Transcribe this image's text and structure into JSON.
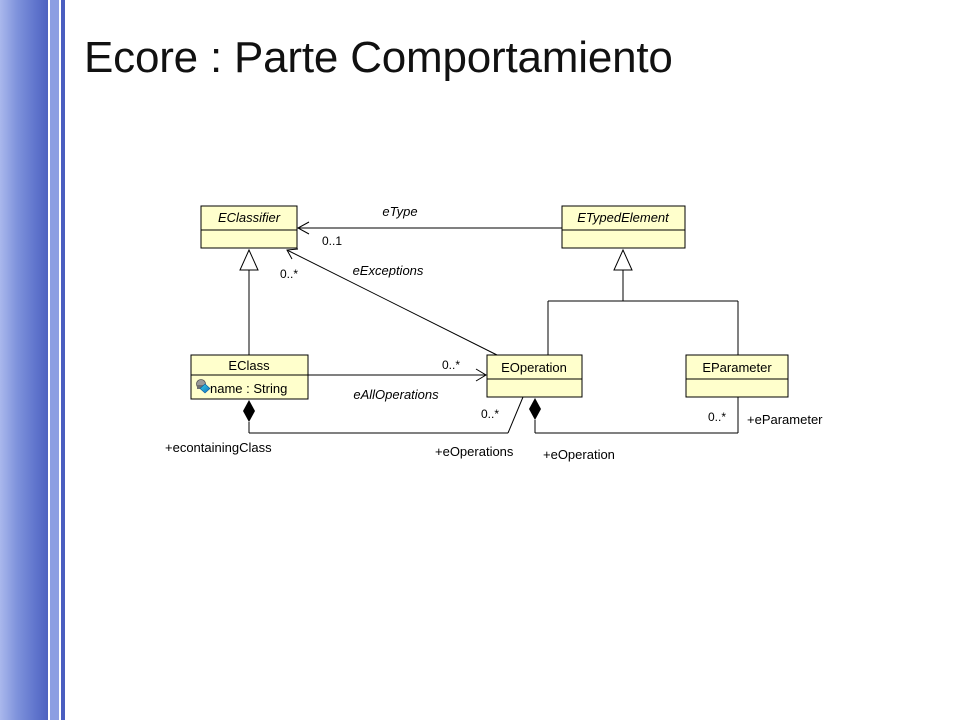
{
  "slide": {
    "title": "Ecore : Parte Comportamiento"
  },
  "colors": {
    "class_fill": "#ffffcc",
    "band_dark": "#4e63c0",
    "band_light": "#aab8ec"
  },
  "diagram": {
    "classes": {
      "eclassifier": {
        "name": "EClassifier",
        "abstract": true
      },
      "etypedelement": {
        "name": "ETypedElement",
        "abstract": true
      },
      "eclass": {
        "name": "EClass",
        "attribute": "name : String",
        "attribute_icon": "attribute-icon"
      },
      "eoperation": {
        "name": "EOperation"
      },
      "eparameter": {
        "name": "EParameter"
      }
    },
    "associations": {
      "etype": {
        "name": "eType",
        "multiplicity": "0..1"
      },
      "eexceptions": {
        "name": "eExceptions",
        "multiplicity": "0..*"
      },
      "eoperations": {
        "multiplicity_target": "0..*",
        "derived_name": "eAllOperations",
        "role_owner": "+econtainingClass",
        "role_member": "+eOperations",
        "multiplicity_member": "0..*"
      },
      "eparameters": {
        "role_owner": "+eOperation",
        "role_member": "+eParameter",
        "multiplicity_member": "0..*"
      }
    }
  }
}
